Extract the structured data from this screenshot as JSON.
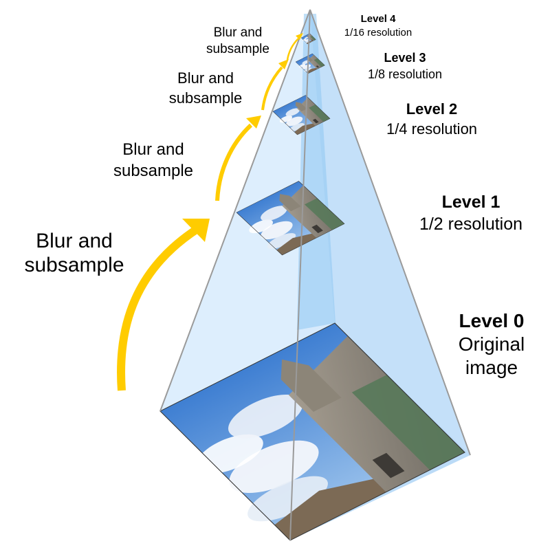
{
  "levels": [
    {
      "name": "Level 0",
      "caption_line1": "Original",
      "caption_line2": "image"
    },
    {
      "name": "Level 1",
      "caption": "1/2 resolution"
    },
    {
      "name": "Level 2",
      "caption": "1/4 resolution"
    },
    {
      "name": "Level 3",
      "caption": "1/8 resolution"
    },
    {
      "name": "Level 4",
      "caption": "1/16 resolution"
    }
  ],
  "steps": [
    {
      "line1": "Blur and",
      "line2": "subsample"
    },
    {
      "line1": "Blur and",
      "line2": "subsample"
    },
    {
      "line1": "Blur and",
      "line2": "subsample"
    },
    {
      "line1": "Blur and",
      "line2": "subsample"
    }
  ],
  "colors": {
    "pyramid_face_light": "#cfe6fb",
    "pyramid_face_mid": "#b7d9f7",
    "pyramid_core": "#8ec6f2",
    "pyramid_edge": "#9a9a9a",
    "arrow": "#ffcc00",
    "sky": "#5f95d8",
    "cloud": "#f4f7fb",
    "building": "#9a9386",
    "trees": "#58795a"
  }
}
